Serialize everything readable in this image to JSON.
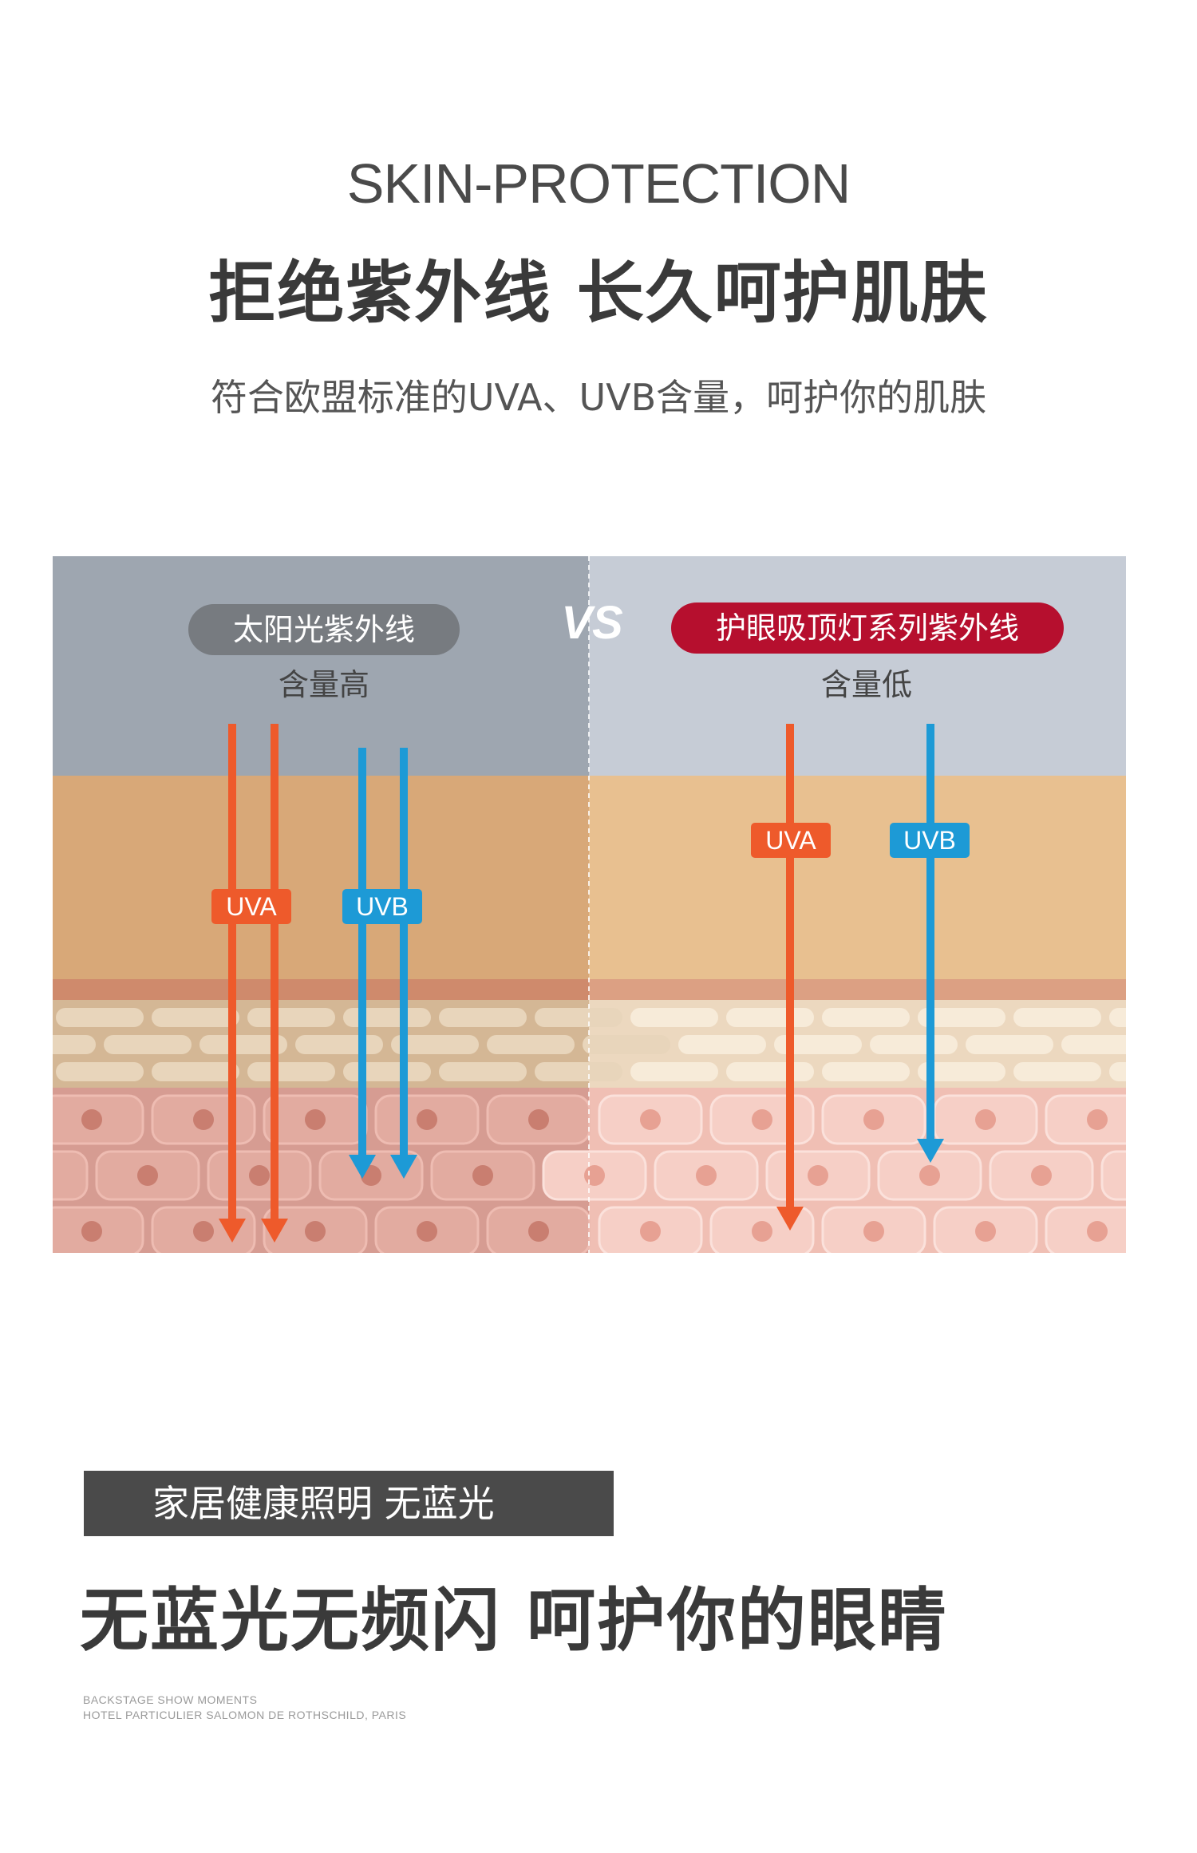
{
  "header": {
    "en_title": "SKIN-PROTECTION",
    "cn_title": "拒绝紫外线 长久呵护肌肤",
    "subtitle": "符合欧盟标准的UVA、UVB含量，呵护你的肌肤"
  },
  "comparison": {
    "left_label": "太阳光紫外线",
    "left_level": "含量高",
    "vs": "VS",
    "right_label": "护眼吸顶灯系列紫外线",
    "right_level": "含量低",
    "uva": "UVA",
    "uvb": "UVB"
  },
  "footer": {
    "tag": "家居健康照明 无蓝光",
    "title": "无蓝光无频闪 呵护你的眼睛",
    "small_line1": "BACKSTAGE SHOW MOMENTS",
    "small_line2": "HOTEL PARTICULIER SALOMON DE ROTHSCHILD, PARIS"
  },
  "colors": {
    "uva": "#ee5a2b",
    "uvb": "#1d9ad6",
    "right_tag": "#b60f2e"
  }
}
